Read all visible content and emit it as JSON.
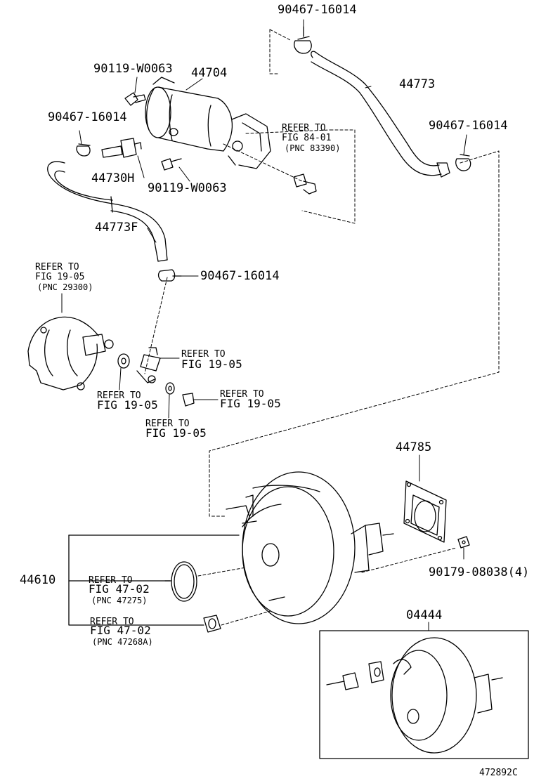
{
  "figure_id": "472892C",
  "part_numbers": {
    "clip_top": "90467-16014",
    "bolt_top": "90119-W0063",
    "tank": "44704",
    "hose_main": "44773",
    "clip_left": "90467-16014",
    "clip_right": "90467-16014",
    "fitting": "44730H",
    "bolt_lower": "90119-W0063",
    "hose_f": "44773F",
    "clip_mid": "90467-16014",
    "gasket": "44785",
    "nut": "90179-08038(4)",
    "booster": "44610",
    "kit": "04444"
  },
  "references": {
    "ref84": {
      "line1": "REFER TO",
      "line2": "FIG 84-01",
      "pnc": "(PNC 83390)"
    },
    "ref19a": {
      "line1": "REFER TO",
      "line2": "FIG 19-05",
      "pnc": "(PNC 29300)"
    },
    "ref19b": {
      "line1": "REFER TO",
      "line2": "FIG 19-05"
    },
    "ref19c": {
      "line1": "REFER TO",
      "line2": "FIG 19-05"
    },
    "ref19d": {
      "line1": "REFER TO",
      "line2": "FIG 19-05"
    },
    "ref19e": {
      "line1": "REFER TO",
      "line2": "FIG 19-05"
    },
    "ref47a": {
      "line1": "REFER TO",
      "line2": "FIG 47-02",
      "pnc": "(PNC 47275)"
    },
    "ref47b": {
      "line1": "REFER TO",
      "line2": "FIG 47-02",
      "pnc": "(PNC 47268A)"
    }
  },
  "colors": {
    "ink": "#000000",
    "paper": "#ffffff"
  }
}
